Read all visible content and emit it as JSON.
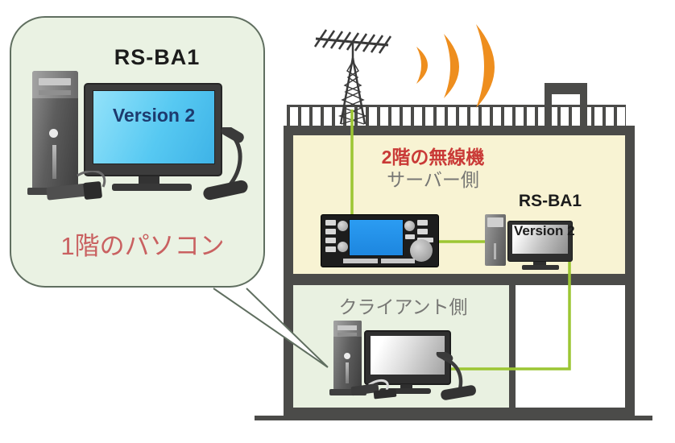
{
  "bubble": {
    "title": "RS-BA1",
    "screen_label": "Version 2",
    "caption": "1階のパソコン"
  },
  "house": {
    "floor2": {
      "label_line1": "2階の無線機",
      "label_line2": "サーバー側",
      "pc_title": "RS-BA1",
      "pc_screen_label": "Version 2"
    },
    "floor1": {
      "label": "クライアント側"
    }
  },
  "icons": {
    "antenna": "yagi-antenna-on-lattice-tower",
    "waves": "radio-wave-arcs",
    "cables": "lan-cable-connections"
  },
  "colors": {
    "bubble_fill": "#eaf2e3",
    "bubble_border": "#606f60",
    "floor2_fill": "#f8f3d3",
    "floor1_fill": "#e9f1e1",
    "structure": "#4b4b49",
    "cable_green": "#9cc633",
    "wave_orange": "#ee8e1e",
    "caption_red": "#c96161",
    "floor2_red": "#c93a37",
    "label_gray": "#777774",
    "screen_cyan": "#57c9f2",
    "radio_screen_blue": "#2b9cf2",
    "version_navy": "#1d3a6e",
    "text_dark": "#1c1c1c"
  }
}
